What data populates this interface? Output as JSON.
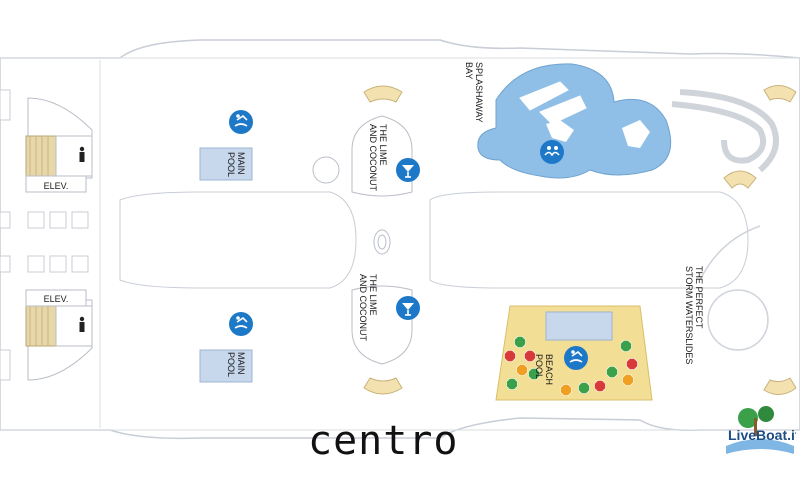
{
  "map": {
    "caption": "centro",
    "labels": {
      "elev_top": "ELEV.",
      "elev_bottom": "ELEV.",
      "main_pool_1": "MAIN POOL",
      "main_pool_2": "MAIN POOL",
      "lime_coconut_1": "THE LIME AND COCONUT",
      "lime_coconut_2": "THE LIME AND COCONUT",
      "splashaway_bay": "SPLASHAWAY BAY",
      "beach_pool": "BEACH POOL",
      "perfect_storm": "THE PERFECT STORM WATERSLIDES"
    },
    "watermark": "LiveBoat.it",
    "colors": {
      "deck_outline": "#c8cdd6",
      "pool_fill": "#c7d7ec",
      "splash_water": "#8fbfe6",
      "beach_sand": "#f3de95",
      "icon_blue": "#1d78c7",
      "bar_blue": "#1d78c7",
      "umbrella_red": "#d83a3a",
      "umbrella_green": "#3aa04a",
      "umbrella_orange": "#f0a020",
      "stairs": "#e8d7a8"
    },
    "icons": {
      "pool": "swimmer-icon",
      "bar": "cocktail-icon",
      "kids": "splash-kids-icon",
      "restroom": "person-icon"
    }
  }
}
